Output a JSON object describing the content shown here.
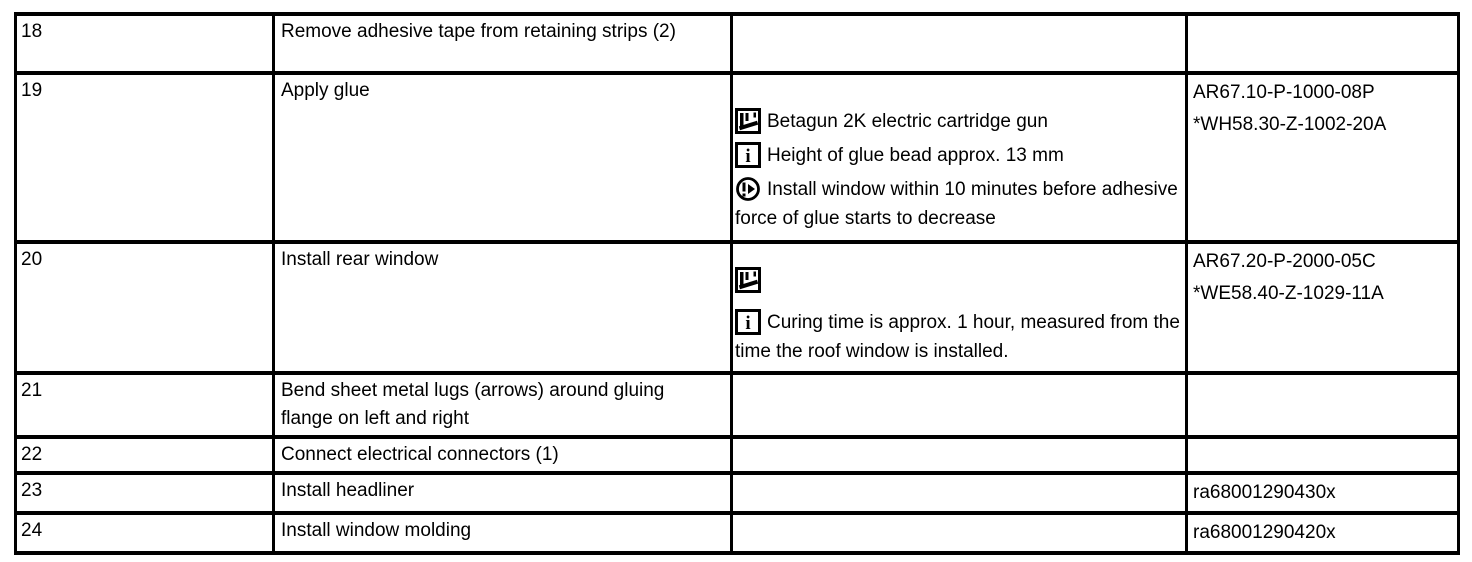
{
  "page": {
    "background": "#ffffff",
    "border_color": "#000000",
    "text_color": "#000000"
  },
  "table": {
    "columns": [
      "step-number",
      "task",
      "notes",
      "references"
    ],
    "rows": [
      {
        "num": "18",
        "task": "Remove adhesive tape from retaining strips (2)",
        "notes": [],
        "refs": []
      },
      {
        "num": "19",
        "task": "Apply glue",
        "notes": [
          {
            "icon": "cartridge-gun-icon",
            "text": "Betagun 2K electric cartridge gun"
          },
          {
            "icon": "info-icon",
            "text": "Height of glue bead approx. 13 mm"
          },
          {
            "icon": "timer-icon",
            "text": "Install window within 10 minutes before adhesive force of glue starts to decrease"
          }
        ],
        "refs": [
          "AR67.10-P-1000-08P",
          "*WH58.30-Z-1002-20A"
        ]
      },
      {
        "num": "20",
        "task": "Install rear window",
        "notes": [
          {
            "icon": "cartridge-gun-icon",
            "text": ""
          },
          {
            "icon": "info-icon",
            "text": "Curing time is approx. 1 hour, measured from the time the roof window is installed."
          }
        ],
        "refs": [
          "AR67.20-P-2000-05C",
          "*WE58.40-Z-1029-11A"
        ]
      },
      {
        "num": "21",
        "task": "Bend sheet metal lugs (arrows) around gluing flange on left and right",
        "notes": [],
        "refs": []
      },
      {
        "num": "22",
        "task": "Connect electrical connectors (1)",
        "notes": [],
        "refs": []
      },
      {
        "num": "23",
        "task": "Install headliner",
        "notes": [],
        "refs": [
          "ra68001290430x"
        ]
      },
      {
        "num": "24",
        "task": "Install window molding",
        "notes": [],
        "refs": [
          "ra68001290420x"
        ]
      }
    ]
  }
}
